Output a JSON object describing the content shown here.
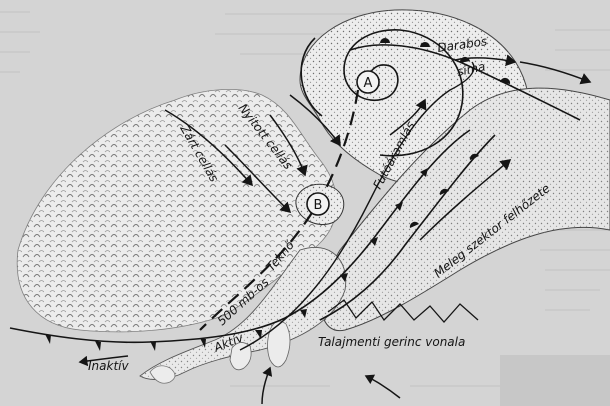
{
  "labels": {
    "cell_a": "A",
    "cell_b": "B",
    "darabos": "Darabos",
    "sima": "sima",
    "nyitott_cellas": "Nyitott cellás",
    "zart_cellas": "Zárt cellás",
    "futoaramlas": "Futóáramlás",
    "teknő": "Teknő",
    "meleg_szektor": "Meleg szektor felhőzete",
    "isobar_500": "500 mb-os",
    "aktiv": "Aktív",
    "inaktiv": "Inaktív",
    "talajmenti": "Talajmenti gerinc vonala"
  },
  "background_text": {
    "left_column": [
      "",
      "",
      "",
      "",
      "",
      "",
      "",
      "",
      "",
      "",
      "",
      "",
      ""
    ],
    "right_column": [
      "",
      "",
      "",
      "",
      "",
      "",
      "",
      "",
      "",
      "",
      "",
      "",
      ""
    ]
  },
  "colors": {
    "page": "#d4d4d4",
    "ink": "#151515",
    "cloud_fill": "#e9e9e9",
    "cloud_texture": "#7a7a7a",
    "faint_text": "#9a9a9a"
  }
}
